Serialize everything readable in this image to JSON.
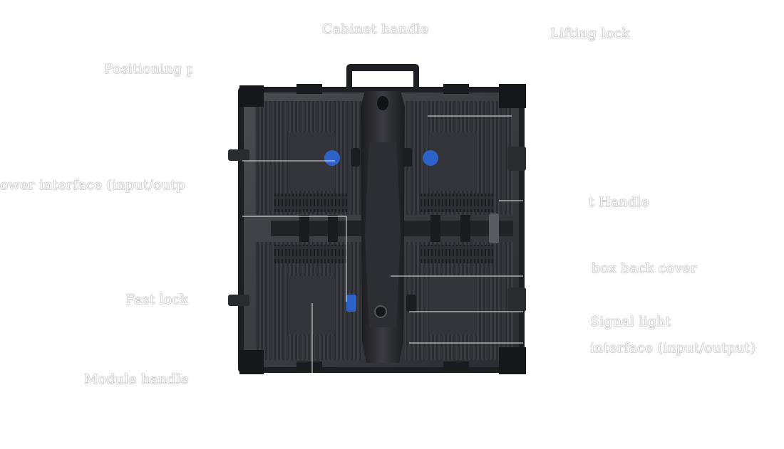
{
  "labels": {
    "cabinet_handle": "Cabinet handle",
    "lifting_lock": "Lifting lock",
    "positioning_pin": "Positioning p",
    "power_interface": "ower interface (input/outp",
    "module_handle_right": "t Handle",
    "box_back_cover": "box back cover",
    "fast_lock": "Fast lock",
    "signal_light": "Signal light",
    "signal_interface": "interface (input/output)",
    "module_handle": "Module handle"
  },
  "colors": {
    "label_text": "#ffffff",
    "label_outline": "#9a9a9a",
    "cabinet_frame": "#2a2a2e",
    "cabinet_panel": "#3a3b40",
    "cabinet_rib": "#26272b",
    "connector_blue": "#2d63c8",
    "leader_line": "#ffffff"
  },
  "icons": {
    "cabinet": "led-display-cabinet-rear-view"
  }
}
